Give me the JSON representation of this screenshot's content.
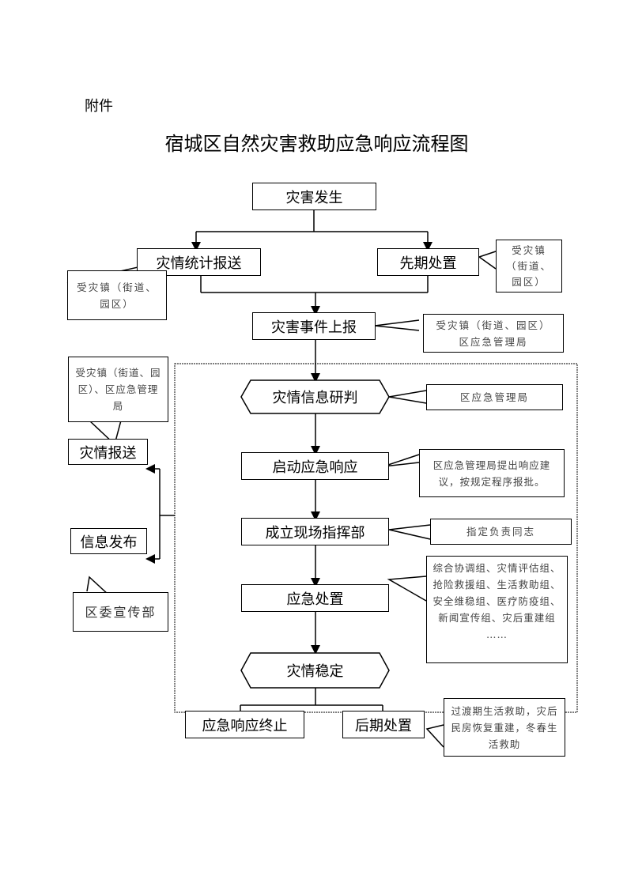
{
  "header": {
    "attachment_label": "附件",
    "title": "宿城区自然灾害救助应急响应流程图"
  },
  "flow": {
    "disaster_occurs": "灾害发生",
    "stats_report": "灾情统计报送",
    "initial_response": "先期处置",
    "event_report": "灾害事件上报",
    "info_assessment": "灾情信息研判",
    "start_response": "启动应急响应",
    "field_command": "成立现场指挥部",
    "emergency_handling": "应急处置",
    "situation_stable": "灾情稳定",
    "response_end": "应急响应终止",
    "post_handling": "后期处置",
    "disaster_report": "灾情报送",
    "info_release": "信息发布"
  },
  "notes": {
    "stats_report_note": [
      "受灾镇（街道、",
      "园区）"
    ],
    "initial_response_note": [
      "受灾镇",
      "（街道、",
      "园区）"
    ],
    "event_report_note": [
      "受灾镇（街道、园区）",
      "区应急管理局"
    ],
    "disaster_report_note": [
      "受灾镇（街道、园",
      "区）、区应急管理",
      "局"
    ],
    "info_release_note": "区委宣传部",
    "info_assessment_note": "区应急管理局",
    "start_response_note": [
      "区应急管理局提出响应建",
      "议，按规定程序报批。"
    ],
    "field_command_note": "指定负责同志",
    "emergency_handling_note": [
      "综合协调组、灾情评估组、",
      "抢险救援组、生活救助组、",
      "安全维稳组、医疗防疫组、",
      "新闻宣传组、灾后重建组",
      "……"
    ],
    "post_handling_note": [
      "过渡期生活救助，灾后",
      "民房恢复重建，冬春生",
      "活救助"
    ]
  }
}
